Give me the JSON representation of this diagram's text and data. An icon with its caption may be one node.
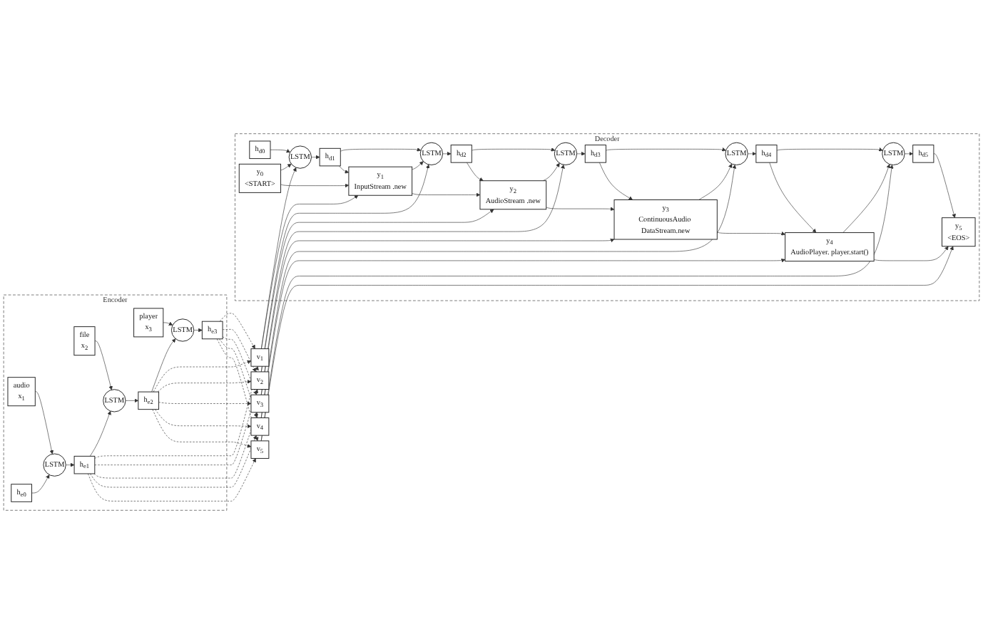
{
  "diagram": {
    "nodes": [
      {
        "text": [
          "Encoder"
        ]
      },
      {
        "text": [
          "audio",
          "x$_{1}$"
        ],
        "in": 0
      },
      {
        "text": [
          "file",
          "x$_{2}$"
        ],
        "in": 0
      },
      {
        "text": [
          "player",
          "x$_{3}$"
        ],
        "in": 0
      },
      {
        "text": [
          "h$_{e0}$"
        ],
        "in": 0
      },
      {
        "text": [
          "LSTM"
        ],
        "in": 0
      },
      {
        "text": [
          "h$_{e1}$"
        ],
        "in": 0
      },
      {
        "text": [
          "LSTM"
        ],
        "in": 0
      },
      {
        "text": [
          "h$_{e2}$"
        ],
        "in": 0
      },
      {
        "text": [
          "LSTM"
        ],
        "in": 0
      },
      {
        "text": [
          "h$_{e3}$"
        ],
        "in": 0
      },
      {
        "text": [
          "v$_{1}$"
        ]
      },
      {
        "text": [
          "v$_{2}$"
        ]
      },
      {
        "text": [
          "v$_{3}$"
        ]
      },
      {
        "text": [
          "v$_{4}$"
        ]
      },
      {
        "text": [
          "v$_{5}$"
        ]
      },
      {
        "text": [
          "Decoder"
        ]
      },
      {
        "text": [
          "h$_{d0}$"
        ],
        "in": 16
      },
      {
        "text": [
          "LSTM"
        ],
        "in": 16
      },
      {
        "text": [
          "h$_{d1}$"
        ],
        "in": 16
      },
      {
        "text": [
          "LSTM"
        ],
        "in": 16
      },
      {
        "text": [
          "h$_{d2}$"
        ],
        "in": 16
      },
      {
        "text": [
          "LSTM"
        ],
        "in": 16
      },
      {
        "text": [
          "h$_{d3}$"
        ],
        "in": 16
      },
      {
        "text": [
          "LSTM"
        ],
        "in": 16
      },
      {
        "text": [
          "h$_{d4}$"
        ],
        "in": 16
      },
      {
        "text": [
          "LSTM"
        ],
        "in": 16
      },
      {
        "text": [
          "h$_{d5}$"
        ],
        "in": 16
      },
      {
        "text": [
          "y$_{0}$",
          "<START>"
        ],
        "in": 16
      },
      {
        "text": [
          "y$_{1}$",
          "InputStream .new"
        ],
        "in": 16
      },
      {
        "text": [
          "y$_{2}$",
          "AudioStream .new"
        ],
        "in": 16
      },
      {
        "text": [
          "y$_{3}$",
          "ContinuousAudio DataStream.new"
        ],
        "in": 16
      },
      {
        "text": [
          "y$_{4}$",
          "AudioPlayer. player.start()"
        ],
        "in": 16
      },
      {
        "text": [
          "y$_{5}$",
          "<EOS>"
        ],
        "in": 16
      }
    ],
    "edges": [
      {
        "from": 1,
        "to": 5,
        "arrow": "to"
      },
      {
        "from": 2,
        "to": 7,
        "arrow": "to"
      },
      {
        "from": 3,
        "to": 9,
        "arrow": "to"
      },
      {
        "from": 4,
        "to": 5,
        "arrow": "to"
      },
      {
        "from": 5,
        "to": 6,
        "arrow": "to"
      },
      {
        "from": 6,
        "to": 7,
        "arrow": "to"
      },
      {
        "from": 7,
        "to": 8,
        "arrow": "to"
      },
      {
        "from": 8,
        "to": 9,
        "arrow": "to"
      },
      {
        "from": 9,
        "to": 10,
        "arrow": "to"
      },
      {
        "from": 6,
        "to": 11,
        "arrow": "to",
        "style": "dashed"
      },
      {
        "from": 6,
        "to": 12,
        "arrow": "to",
        "style": "dashed"
      },
      {
        "from": 6,
        "to": 13,
        "arrow": "to",
        "style": "dashed"
      },
      {
        "from": 6,
        "to": 14,
        "arrow": "to",
        "style": "dashed"
      },
      {
        "from": 6,
        "to": 15,
        "arrow": "to",
        "style": "dashed"
      },
      {
        "from": 8,
        "to": 11,
        "arrow": "to",
        "style": "dashed"
      },
      {
        "from": 8,
        "to": 12,
        "arrow": "to",
        "style": "dashed"
      },
      {
        "from": 8,
        "to": 13,
        "arrow": "to",
        "style": "dashed"
      },
      {
        "from": 8,
        "to": 14,
        "arrow": "to",
        "style": "dashed"
      },
      {
        "from": 8,
        "to": 15,
        "arrow": "to",
        "style": "dashed"
      },
      {
        "from": 10,
        "to": 11,
        "arrow": "to",
        "style": "dashed"
      },
      {
        "from": 10,
        "to": 12,
        "arrow": "to",
        "style": "dashed"
      },
      {
        "from": 10,
        "to": 13,
        "arrow": "to",
        "style": "dashed"
      },
      {
        "from": 10,
        "to": 14,
        "arrow": "to",
        "style": "dashed"
      },
      {
        "from": 10,
        "to": 15,
        "arrow": "to",
        "style": "dashed"
      },
      {
        "from": 11,
        "to": 18,
        "arrow": "to"
      },
      {
        "from": 11,
        "to": 29,
        "arrow": "to"
      },
      {
        "from": 12,
        "to": 20,
        "arrow": "to"
      },
      {
        "from": 12,
        "to": 30,
        "arrow": "to"
      },
      {
        "from": 13,
        "to": 22,
        "arrow": "to"
      },
      {
        "from": 13,
        "to": 31,
        "arrow": "to"
      },
      {
        "from": 14,
        "to": 24,
        "arrow": "to"
      },
      {
        "from": 14,
        "to": 32,
        "arrow": "to"
      },
      {
        "from": 15,
        "to": 26,
        "arrow": "to"
      },
      {
        "from": 15,
        "to": 33,
        "arrow": "to"
      },
      {
        "from": 17,
        "to": 18,
        "arrow": "to"
      },
      {
        "from": 18,
        "to": 19,
        "arrow": "to"
      },
      {
        "from": 19,
        "to": 20,
        "arrow": "to"
      },
      {
        "from": 20,
        "to": 21,
        "arrow": "to"
      },
      {
        "from": 21,
        "to": 22,
        "arrow": "to"
      },
      {
        "from": 22,
        "to": 23,
        "arrow": "to"
      },
      {
        "from": 23,
        "to": 24,
        "arrow": "to"
      },
      {
        "from": 24,
        "to": 25,
        "arrow": "to"
      },
      {
        "from": 25,
        "to": 26,
        "arrow": "to"
      },
      {
        "from": 26,
        "to": 27,
        "arrow": "to"
      },
      {
        "from": 19,
        "to": 29,
        "arrow": "to"
      },
      {
        "from": 21,
        "to": 30,
        "arrow": "to"
      },
      {
        "from": 23,
        "to": 31,
        "arrow": "to"
      },
      {
        "from": 25,
        "to": 32,
        "arrow": "to"
      },
      {
        "from": 27,
        "to": 33,
        "arrow": "to"
      },
      {
        "from": 28,
        "to": 18,
        "arrow": "to"
      },
      {
        "from": 29,
        "to": 20,
        "arrow": "to"
      },
      {
        "from": 30,
        "to": 22,
        "arrow": "to"
      },
      {
        "from": 31,
        "to": 24,
        "arrow": "to"
      },
      {
        "from": 32,
        "to": 26,
        "arrow": "to"
      },
      {
        "from": 28,
        "to": 29,
        "arrow": "to"
      },
      {
        "from": 29,
        "to": 30,
        "arrow": "to"
      },
      {
        "from": 30,
        "to": 31,
        "arrow": "to"
      },
      {
        "from": 31,
        "to": 32,
        "arrow": "to"
      },
      {
        "from": 32,
        "to": 33,
        "arrow": "to"
      }
    ]
  }
}
